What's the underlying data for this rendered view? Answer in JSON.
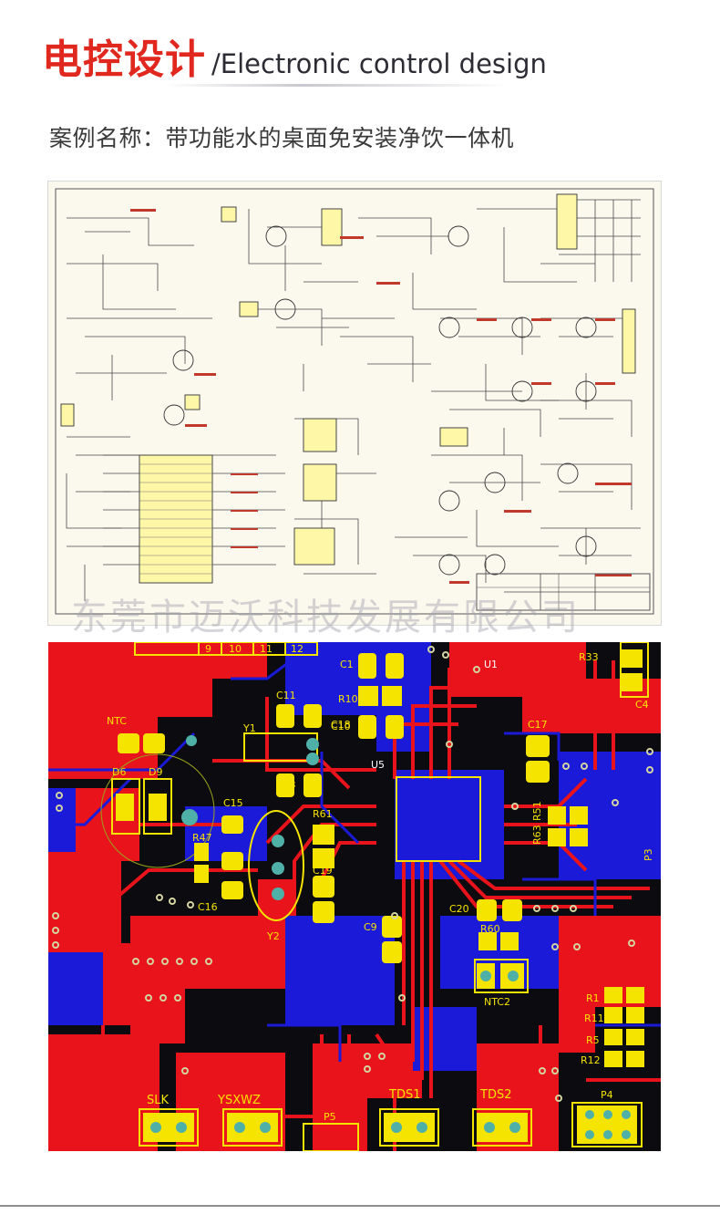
{
  "header": {
    "title_cn": "电控设计",
    "title_en": "/Electronic control design"
  },
  "case": {
    "text": "案例名称：带功能水的桌面免安装净饮一体机"
  },
  "watermark": "东莞市迈沃科技发展有限公司",
  "pcb_labels": {
    "c1": "C1",
    "r10": "R10",
    "c10": "C10",
    "u1": "U1",
    "r33": "R33",
    "c4": "C4",
    "c11": "C11",
    "c13": "C13",
    "ntc": "NTC",
    "d6": "D6",
    "d9": "D9",
    "y1": "Y1",
    "c18": "C18",
    "u5": "U5",
    "c17": "C17",
    "r63": "R63",
    "r51": "R51",
    "p3": "P3",
    "c15": "C15",
    "r47": "R47",
    "r61": "R61",
    "c19": "C19",
    "c16": "C16",
    "y2": "Y2",
    "c9": "C9",
    "c20": "C20",
    "r60": "R60",
    "ntc2": "NTC2",
    "r1": "R1",
    "r11": "R11",
    "r5": "R5",
    "r12": "R12",
    "slk": "SLK",
    "ysxwz": "YSXWZ",
    "p5": "P5",
    "tds1": "TDS1",
    "tds2": "TDS2",
    "p4": "P4",
    "n9": "9",
    "n10": "10",
    "n11": "11",
    "n12": "12"
  },
  "colors": {
    "title_red": "#e0281f",
    "pcb_red": "#e8131b",
    "pcb_blue": "#1a1ad8",
    "pcb_yellow": "#f5e300",
    "pcb_bg": "#0b0b10"
  }
}
